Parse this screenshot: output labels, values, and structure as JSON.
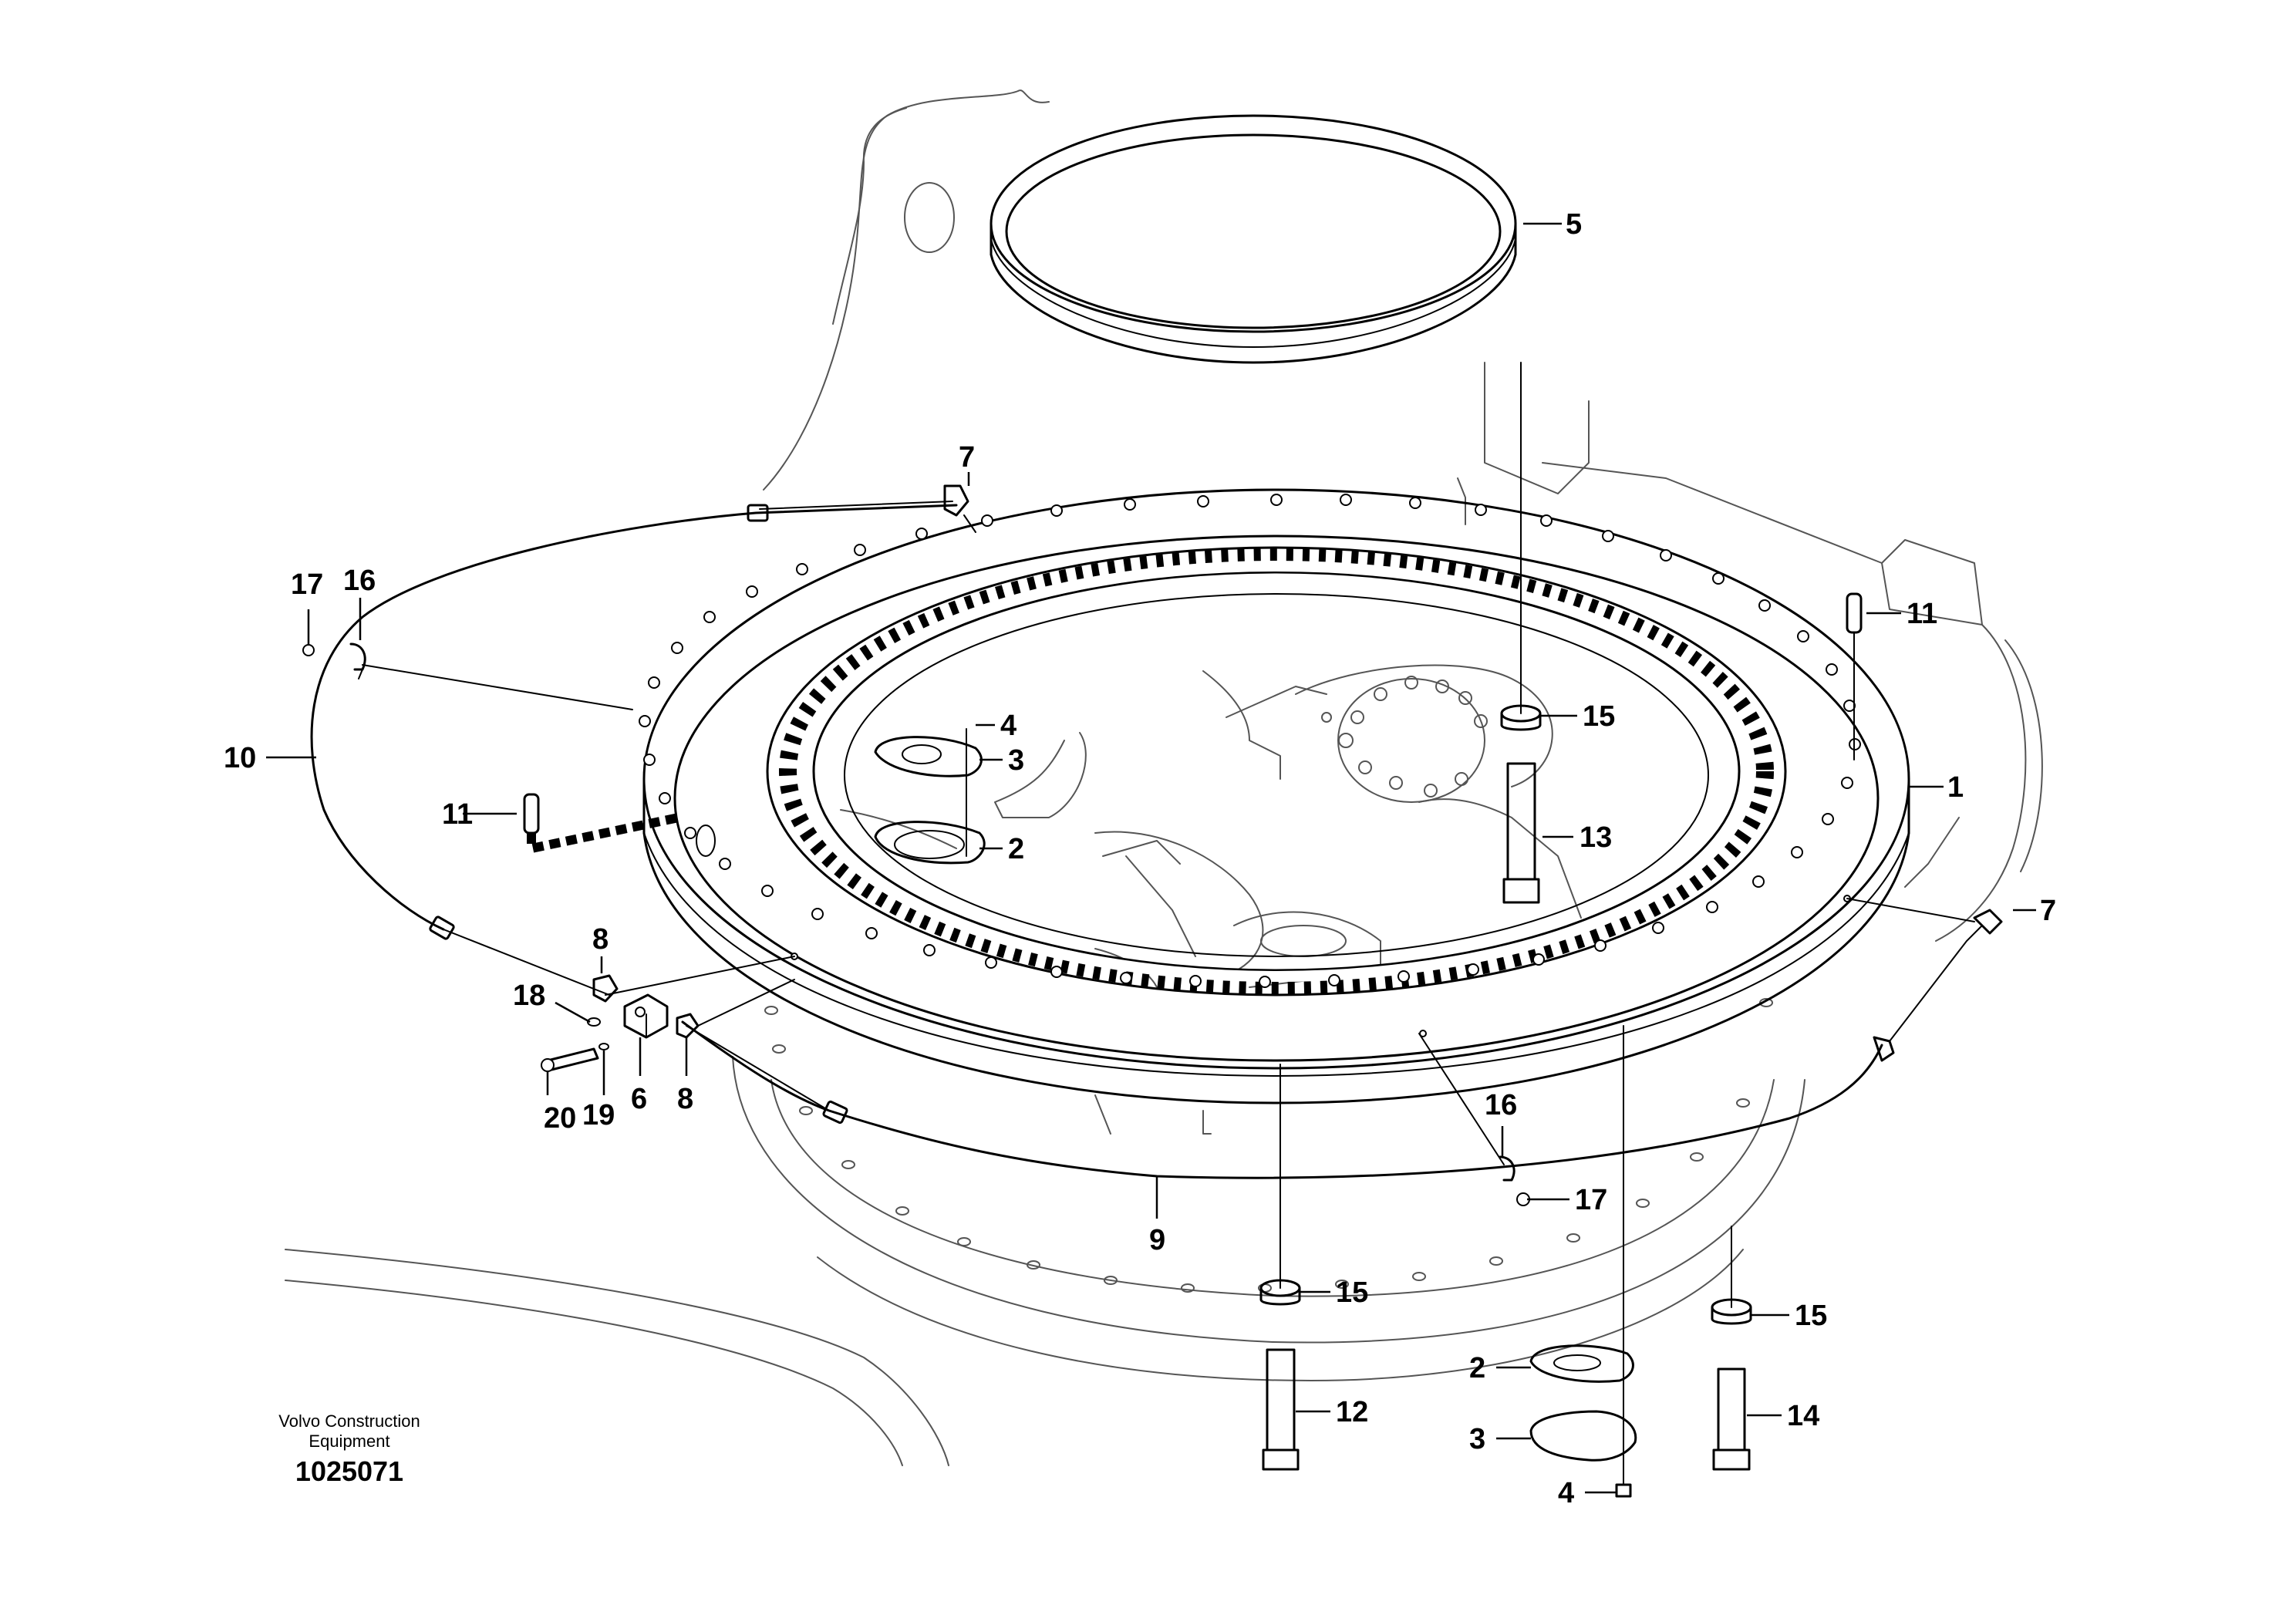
{
  "footer": {
    "brand_line1": "Volvo Construction",
    "brand_line2": "Equipment",
    "drawing_number": "1025071"
  },
  "callouts": {
    "c1": "1",
    "c2a": "2",
    "c2b": "2",
    "c3a": "3",
    "c3b": "3",
    "c4a": "4",
    "c4b": "4",
    "c5": "5",
    "c6": "6",
    "c7a": "7",
    "c7b": "7",
    "c8a": "8",
    "c8b": "8",
    "c9": "9",
    "c10": "10",
    "c11a": "11",
    "c11b": "11",
    "c12": "12",
    "c13": "13",
    "c14": "14",
    "c15a": "15",
    "c15b": "15",
    "c15c": "15",
    "c16a": "16",
    "c16b": "16",
    "c17a": "17",
    "c17b": "17",
    "c18": "18",
    "c19": "19",
    "c20": "20"
  }
}
